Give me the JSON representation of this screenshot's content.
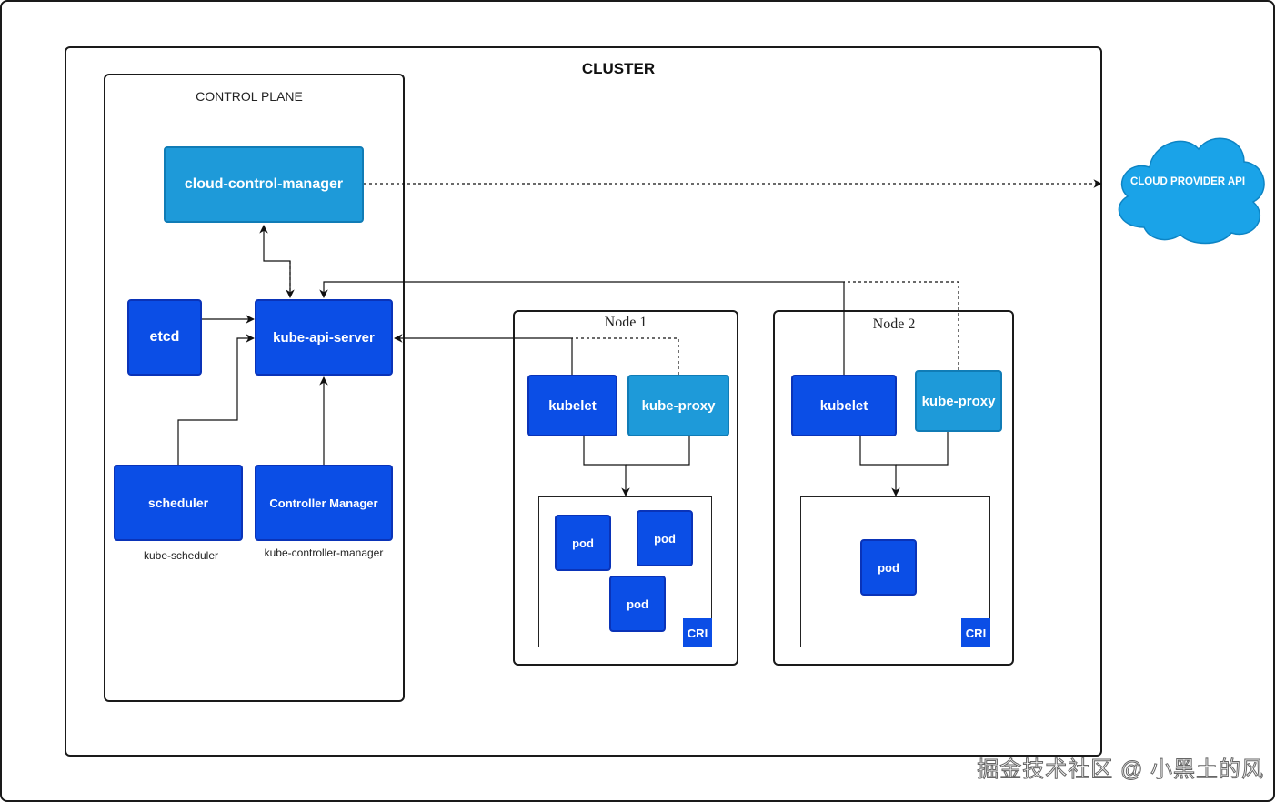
{
  "cluster": {
    "title": "CLUSTER"
  },
  "control_plane": {
    "title": "CONTROL PLANE",
    "cloud_control_manager": "cloud-control-manager",
    "etcd": "etcd",
    "kube_api_server": "kube-api-server",
    "scheduler": "scheduler",
    "scheduler_caption": "kube-scheduler",
    "controller_manager": "Controller Manager",
    "controller_manager_caption": "kube-controller-manager"
  },
  "cloud": {
    "label": "CLOUD PROVIDER API"
  },
  "node1": {
    "title": "Node 1",
    "kubelet": "kubelet",
    "kube_proxy": "kube-proxy",
    "pods": [
      "pod",
      "pod",
      "pod"
    ],
    "cri": "CRI"
  },
  "node2": {
    "title": "Node 2",
    "kubelet": "kubelet",
    "kube_proxy": "kube-proxy",
    "pods": [
      "pod"
    ],
    "cri": "CRI"
  },
  "watermark": "掘金技术社区 @ 小黑土的风",
  "colors": {
    "dark_blue": "#0b4ee6",
    "light_blue": "#1e9ad9",
    "cloud_blue": "#1aa3e8",
    "line": "#1a1a1a"
  }
}
